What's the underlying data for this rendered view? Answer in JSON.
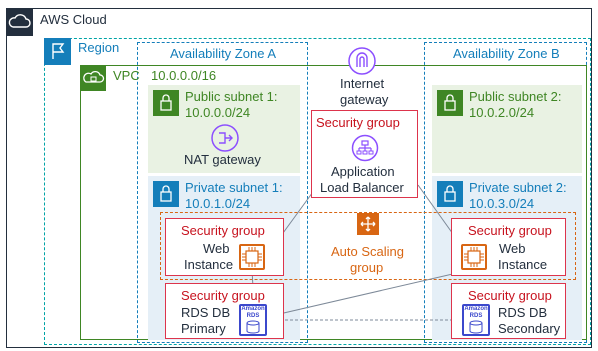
{
  "cloud": {
    "label": "AWS Cloud"
  },
  "region": {
    "label": "Region"
  },
  "vpc": {
    "label": "VPC",
    "cidr": "10.0.0.0/16"
  },
  "az_a": {
    "label": "Availability Zone A"
  },
  "az_b": {
    "label": "Availability Zone B"
  },
  "public_subnet_1": {
    "label": "Public subnet 1:",
    "cidr": "10.0.0.0/24"
  },
  "public_subnet_2": {
    "label": "Public subnet 2:",
    "cidr": "10.0.2.0/24"
  },
  "private_subnet_1": {
    "label": "Private subnet 1:",
    "cidr": "10.0.1.0/24"
  },
  "private_subnet_2": {
    "label": "Private subnet 2:",
    "cidr": "10.0.3.0/24"
  },
  "nat": {
    "label": "NAT gateway"
  },
  "igw": {
    "line1": "Internet",
    "line2": "gateway"
  },
  "alb": {
    "sg_label": "Security group",
    "line1": "Application",
    "line2": "Load Balancer"
  },
  "asg": {
    "line1": "Auto Scaling",
    "line2": "group"
  },
  "web_a": {
    "sg_label": "Security group",
    "line1": "Web",
    "line2": "Instance"
  },
  "web_b": {
    "sg_label": "Security group",
    "line1": "Web",
    "line2": "Instance"
  },
  "db_a": {
    "sg_label": "Security group",
    "line1": "RDS DB",
    "line2": "Primary"
  },
  "db_b": {
    "sg_label": "Security group",
    "line1": "RDS DB",
    "line2": "Secondary"
  },
  "rds_icon": {
    "line1": "Amazon",
    "line2": "RDS"
  },
  "colors": {
    "cloud": "#232f3e",
    "region": "#147eba",
    "vpc": "#3f8624",
    "public_fill": "#e9f2e3",
    "private_fill": "#e5eff7",
    "security_group": "#dd344c",
    "autoscaling": "#d86613",
    "rds": "#3b48cc"
  }
}
